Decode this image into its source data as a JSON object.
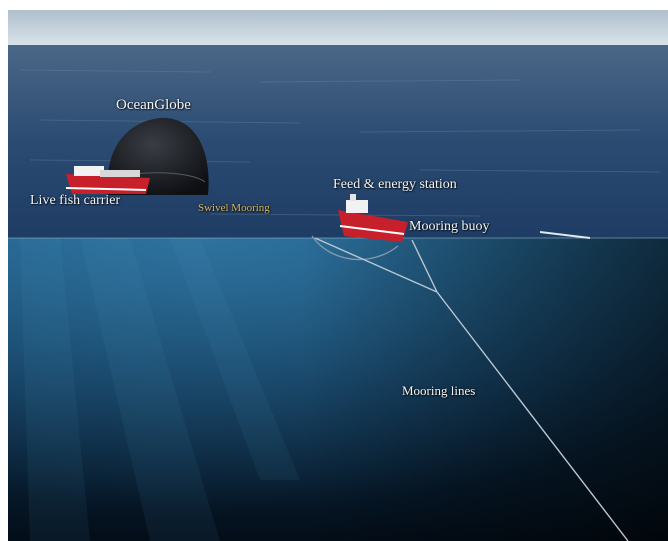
{
  "labels": {
    "ocean_globe": "OceanGlobe",
    "live_fish_carrier": "Live fish carrier",
    "swivel_mooring": "Swivel Mooring",
    "feed_energy_station": "Feed & energy station",
    "mooring_buoy": "Mooring buoy",
    "mooring_lines": "Mooring lines"
  },
  "colors": {
    "sky": "#c9d6e0",
    "sea_surface": "#2c4a6e",
    "underwater_top": "#1f5c86",
    "underwater_bottom": "#04101c",
    "vessel_hull": "#c8202a",
    "label_text": "#f4f6f8",
    "swivel_label": "#d9b866"
  }
}
